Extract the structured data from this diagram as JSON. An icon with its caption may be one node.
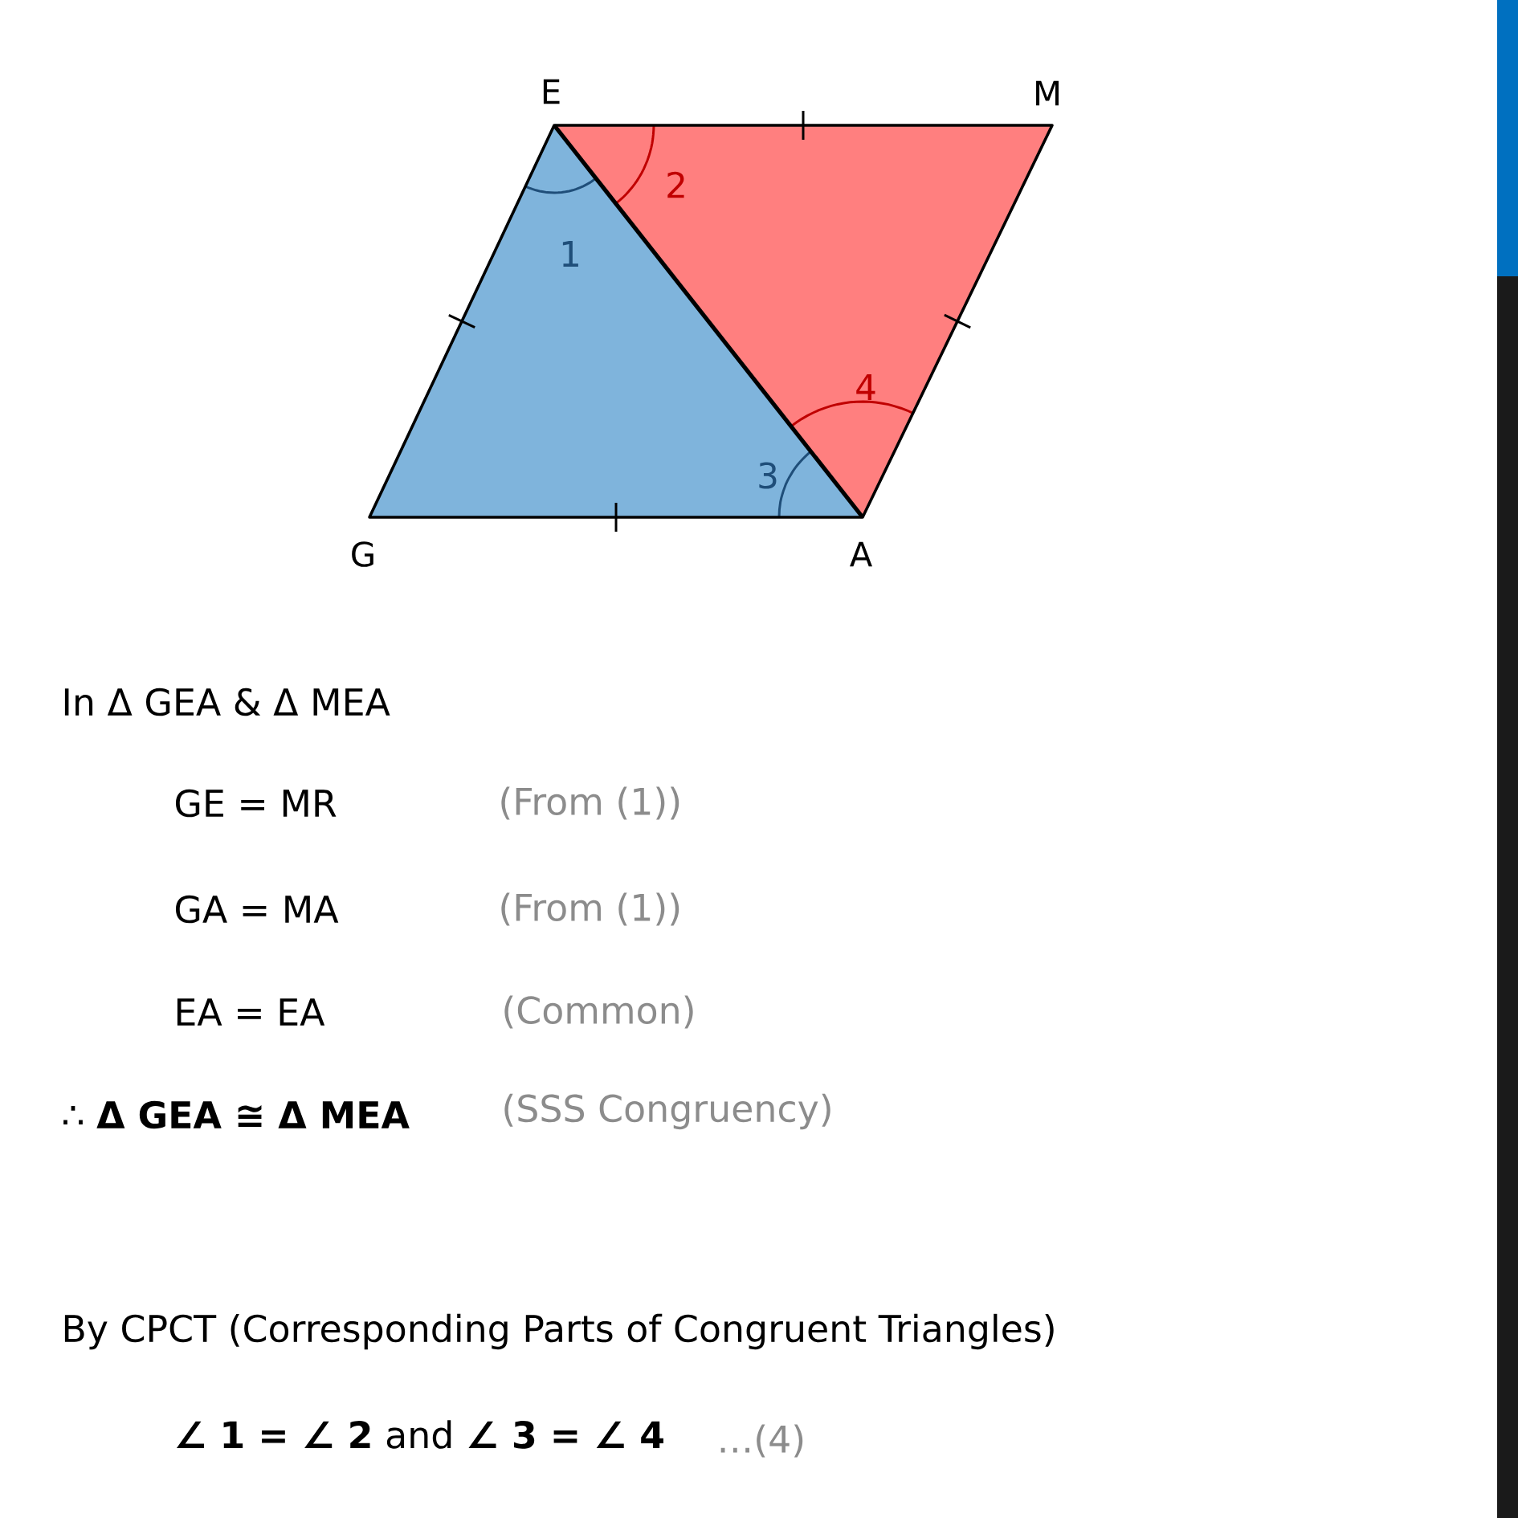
{
  "diagram": {
    "labels": [
      "E",
      "M",
      "2",
      "1",
      "4",
      "3",
      "G",
      "A",
      "In Δ GEA & Δ MEA",
      "GE = MR",
      "(From (1))",
      "GA = MA",
      "(From (1))",
      "EA = EA",
      "(Common)",
      "∴ **Δ GEA  ≅ Δ MEA**",
      "(SSS Congruency)",
      "By CPCT (Corresponding Parts of Congruent Triangles)",
      "**∠ 1 = ∠ 2** and **∠ 3 = ∠ 4**",
      "…(4)"
    ]
  }
}
